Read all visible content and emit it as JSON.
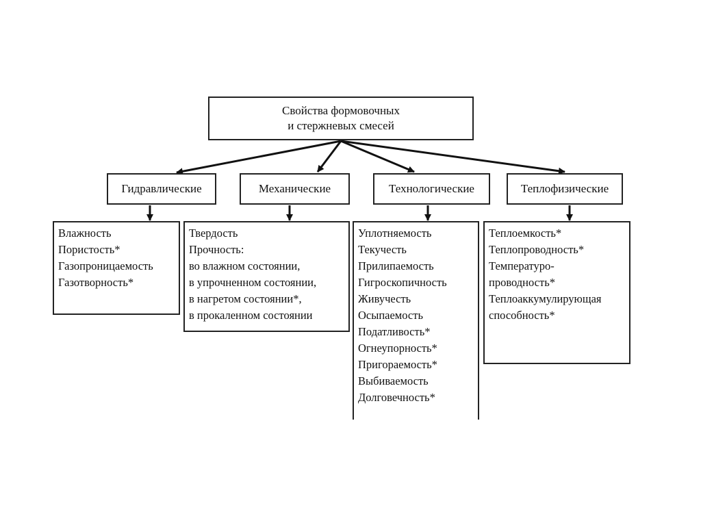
{
  "root": {
    "line1": "Свойства формовочных",
    "line2": "и стержневых смесей"
  },
  "categories": [
    {
      "label": "Гидравлические"
    },
    {
      "label": "Механические"
    },
    {
      "label": "Технологические"
    },
    {
      "label": "Теплофизические"
    }
  ],
  "lists": {
    "hydraulic": [
      "Влажность",
      "Пористость*",
      "Газопроницаемость",
      "Газотворность*"
    ],
    "mechanical": [
      "Твердость",
      "Прочность:",
      "во влажном состоянии,",
      "в упрочненном состоянии,",
      "в нагретом состоянии*,",
      "в прокаленном состоянии"
    ],
    "technological": [
      "Уплотняемость",
      "Текучесть",
      "Прилипаемость",
      "Гигроскопичность",
      "Живучесть",
      "Осыпаемость",
      "Податливость*",
      "Огнеупорность*",
      "Пригораемость*",
      "Выбиваемость",
      "Долговечность*"
    ],
    "thermophysical": [
      "Теплоемкость*",
      "Теплопроводность*",
      "Температуро-",
      "проводность*",
      "Теплоаккумулирующая",
      "способность*"
    ]
  }
}
